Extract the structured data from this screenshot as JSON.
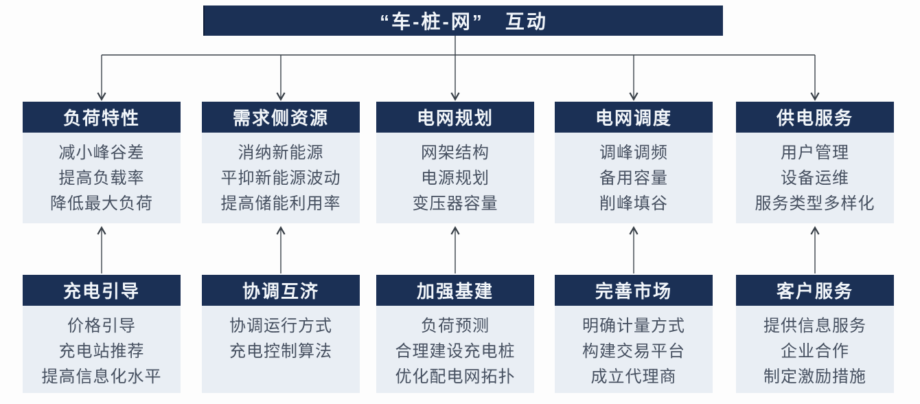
{
  "title": {
    "label": "“车-桩-网”　互动"
  },
  "colors": {
    "header_bg": "#1b3055",
    "body_bg": "#e9eef4",
    "body_text": "#465060",
    "header_text": "#f2f6fa",
    "line": "#3a4149",
    "page_bg": "#fdfdfd"
  },
  "middle_row": [
    {
      "title": "负荷特性",
      "items": [
        "减小峰谷差",
        "提高负载率",
        "降低最大负荷"
      ]
    },
    {
      "title": "需求侧资源",
      "items": [
        "消纳新能源",
        "平抑新能源波动",
        "提高储能利用率"
      ]
    },
    {
      "title": "电网规划",
      "items": [
        "网架结构",
        "电源规划",
        "变压器容量"
      ]
    },
    {
      "title": "电网调度",
      "items": [
        "调峰调频",
        "备用容量",
        "削峰填谷"
      ]
    },
    {
      "title": "供电服务",
      "items": [
        "用户管理",
        "设备运维",
        "服务类型多样化"
      ]
    }
  ],
  "bottom_row": [
    {
      "title": "充电引导",
      "items": [
        "价格引导",
        "充电站推荐",
        "提高信息化水平"
      ]
    },
    {
      "title": "协调互济",
      "items": [
        "协调运行方式",
        "充电控制算法"
      ]
    },
    {
      "title": "加强基建",
      "items": [
        "负荷预测",
        "合理建设充电桩",
        "优化配电网拓扑"
      ]
    },
    {
      "title": "完善市场",
      "items": [
        "明确计量方式",
        "构建交易平台",
        "成立代理商"
      ]
    },
    {
      "title": "客户服务",
      "items": [
        "提供信息服务",
        "企业合作",
        "制定激励措施"
      ]
    }
  ]
}
